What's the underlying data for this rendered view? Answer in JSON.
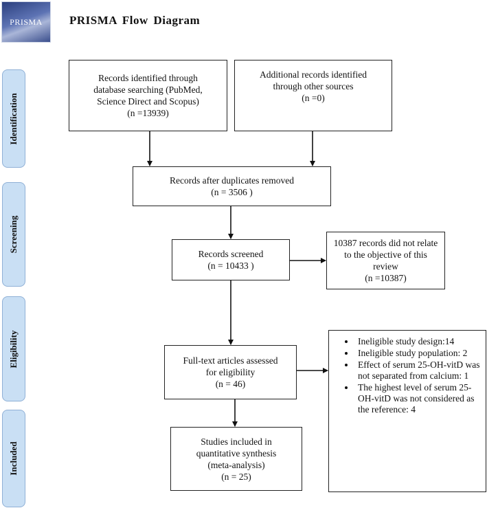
{
  "header": {
    "logo_text": "PRISMA",
    "title": "PRISMA  Flow Diagram"
  },
  "stages": [
    {
      "label": "Identification"
    },
    {
      "label": "Screening"
    },
    {
      "label": "Eligibility"
    },
    {
      "label": "Included"
    }
  ],
  "boxes": {
    "database": [
      "Records identified through",
      "database searching (PubMed,",
      "Science Direct and Scopus)",
      "(n =13939)"
    ],
    "other_sources": [
      "Additional records identified",
      "through other sources",
      "(n =0)"
    ],
    "duplicates_removed": [
      "Records after duplicates  removed",
      "(n =  3506 )"
    ],
    "screened": [
      "Records screened",
      "(n = 10433   )"
    ],
    "screen_excluded": [
      "10387 records did not relate",
      "to the objective of this",
      "review",
      "(n =10387)"
    ],
    "fulltext": [
      "Full-text articles assessed",
      "for eligibility",
      "(n = 46)"
    ],
    "fulltext_excluded": [
      "Ineligible study design:14",
      "Ineligible study population:  2",
      "Effect of serum 25-OH-vitD was not separated from calcium:  1",
      "The highest level of serum 25-OH-vitD was not considered  as the reference:  4"
    ],
    "included": [
      "Studies included in",
      "quantitative synthesis",
      "(meta-analysis)",
      "(n = 25)"
    ]
  }
}
